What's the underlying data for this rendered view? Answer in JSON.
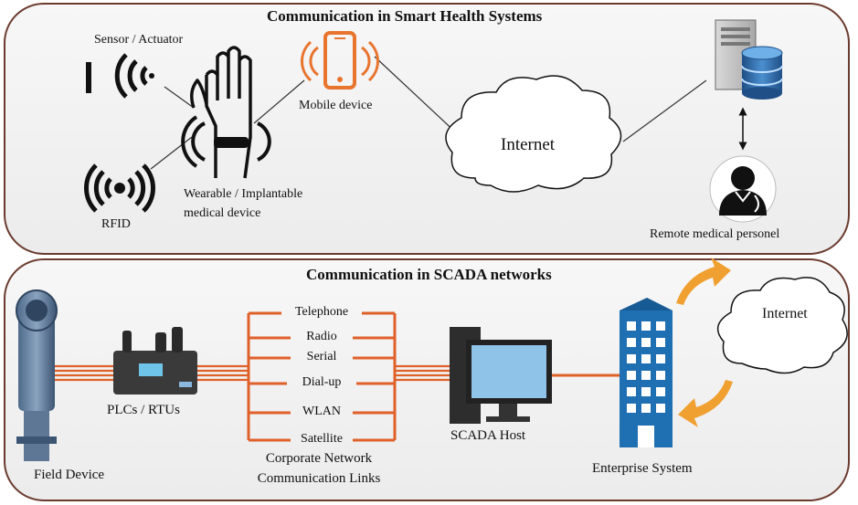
{
  "top": {
    "title": "Communication in Smart Health Systems",
    "labels": {
      "sensor": "Sensor / Actuator",
      "mobile": "Mobile device",
      "rfid": "RFID",
      "wearable_1": "Wearable / Implantable",
      "wearable_2": "medical device",
      "internet": "Internet",
      "remote": "Remote medical personel"
    }
  },
  "bottom": {
    "title": "Communication in SCADA networks",
    "labels": {
      "field_device": "Field Device",
      "plcs": "PLCs / RTUs",
      "links": [
        "Telephone",
        "Radio",
        "Serial",
        "Dial-up",
        "WLAN",
        "Satellite"
      ],
      "corporate_1": "Corporate Network",
      "corporate_2": "Communication Links",
      "scada_host": "SCADA Host",
      "enterprise": "Enterprise System",
      "internet": "Internet"
    }
  },
  "colors": {
    "panel_border": "#6b3b2e",
    "link_orange": "#e0602a",
    "mobile_orange": "#e8742e",
    "arrow_orange": "#f0a030",
    "building_blue": "#1f6fb3",
    "db_blue": "#2a6fb0"
  }
}
